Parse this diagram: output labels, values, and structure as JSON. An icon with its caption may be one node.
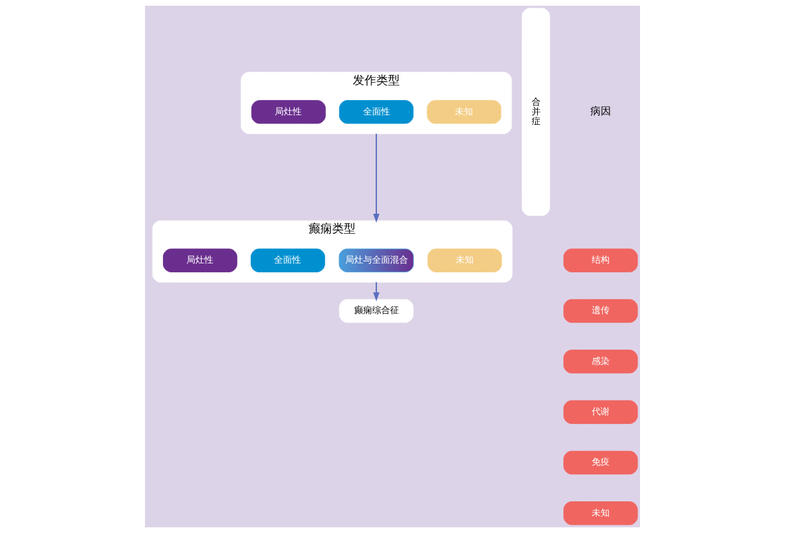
{
  "diagram": {
    "nodes": [
      {
        "text": [
          "发作类型"
        ]
      },
      {
        "text": [
          "局灶性"
        ],
        "in": 0
      },
      {
        "text": [
          "全面性"
        ],
        "in": 0
      },
      {
        "text": [
          "未知"
        ],
        "in": 0
      },
      {
        "text": [
          "癫痫类型"
        ]
      },
      {
        "text": [
          "局灶性"
        ],
        "in": 4
      },
      {
        "text": [
          "全面性"
        ],
        "in": 4
      },
      {
        "text": [
          "局灶与全面混合"
        ],
        "in": 4
      },
      {
        "text": [
          "未知"
        ],
        "in": 4
      },
      {
        "text": [
          "癫痫综合征"
        ]
      },
      {
        "text": [
          "合并症"
        ]
      },
      {
        "text": [
          "结构"
        ]
      },
      {
        "text": [
          "遗传"
        ]
      },
      {
        "text": [
          "感染"
        ]
      },
      {
        "text": [
          "代谢"
        ]
      },
      {
        "text": [
          "免疫"
        ]
      },
      {
        "text": [
          "未知"
        ]
      }
    ],
    "edges": [
      {
        "from": 0,
        "to": 4,
        "arrow": "to"
      },
      {
        "from": 4,
        "to": 9,
        "arrow": "to"
      }
    ],
    "labels": [
      "病因"
    ]
  }
}
